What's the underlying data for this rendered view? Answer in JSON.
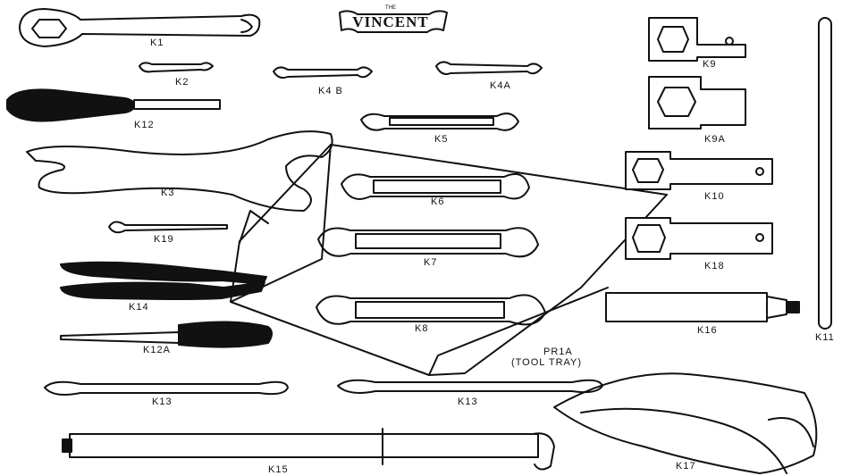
{
  "brand": {
    "small": "THE",
    "name": "VINCENT"
  },
  "tools": {
    "k1": "K1",
    "k2": "K2",
    "k4b": "K4 B",
    "k4a": "K4A",
    "k5": "K5",
    "k12": "K12",
    "k3": "K3",
    "k19": "K19",
    "k6": "K6",
    "k7": "K7",
    "k14": "K14",
    "k8": "K8",
    "k12a": "K12A",
    "k13_left": "K13",
    "k13_right": "K13",
    "k15": "K15",
    "k17": "K17",
    "k9": "K9",
    "k9a": "K9A",
    "k10": "K10",
    "k18": "K18",
    "k16": "K16",
    "k11": "K11",
    "tray_line1": "PR1A",
    "tray_line2": "(TOOL TRAY)"
  },
  "colors": {
    "ink": "#111111",
    "paper": "#ffffff"
  }
}
